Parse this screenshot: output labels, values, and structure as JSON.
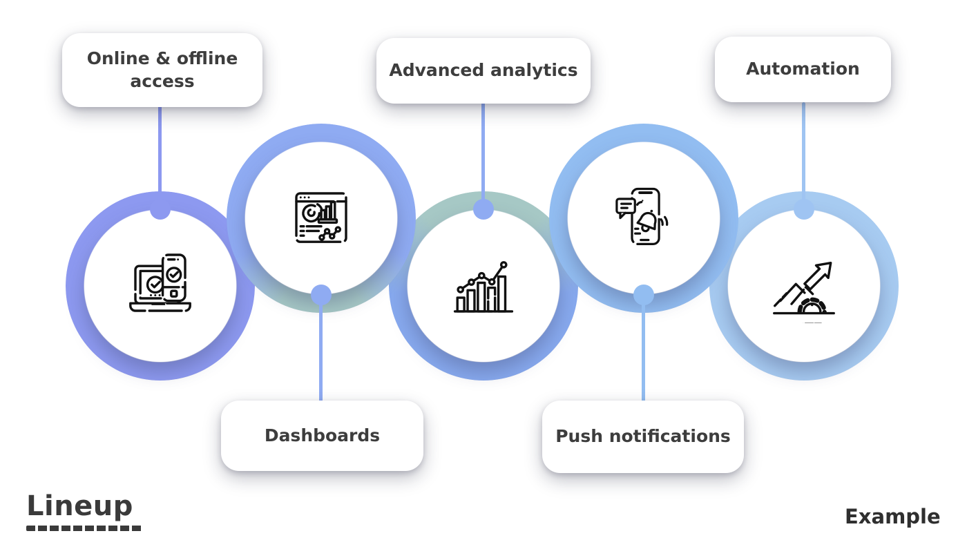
{
  "items": [
    {
      "label": "Online & offline access",
      "icon": "laptop-phone-check-icon",
      "label_position": "top",
      "ring_color": "#8d99f0"
    },
    {
      "label": "Dashboards",
      "icon": "dashboard-analytics-icon",
      "label_position": "bottom",
      "ring_color": "#8fabf2",
      "ring_accent_color": "#a6c8c5"
    },
    {
      "label": "Advanced analytics",
      "icon": "growth-bar-chart-icon",
      "label_position": "top",
      "ring_color": "#87a9ee",
      "ring_accent_color": "#a6c8c5"
    },
    {
      "label": "Push notifications",
      "icon": "phone-notification-icon",
      "label_position": "bottom",
      "ring_color": "#92bdf1"
    },
    {
      "label": "Automation",
      "icon": "gear-growth-arrow-icon",
      "label_position": "top",
      "ring_color": "#a7cbf1"
    }
  ],
  "branding": {
    "logo_text": "Lineup",
    "watermark_text": "Example"
  },
  "colors": {
    "background": "#ffffff",
    "label_text": "#3d3d3d",
    "icon_stroke": "#111111",
    "periwinkle_ring": "#8d99f0",
    "blue_ring": "#8fabf2",
    "teal_accent": "#a6c8c5",
    "medium_blue_ring": "#92bdf1",
    "light_blue_ring": "#a7cbf1"
  }
}
